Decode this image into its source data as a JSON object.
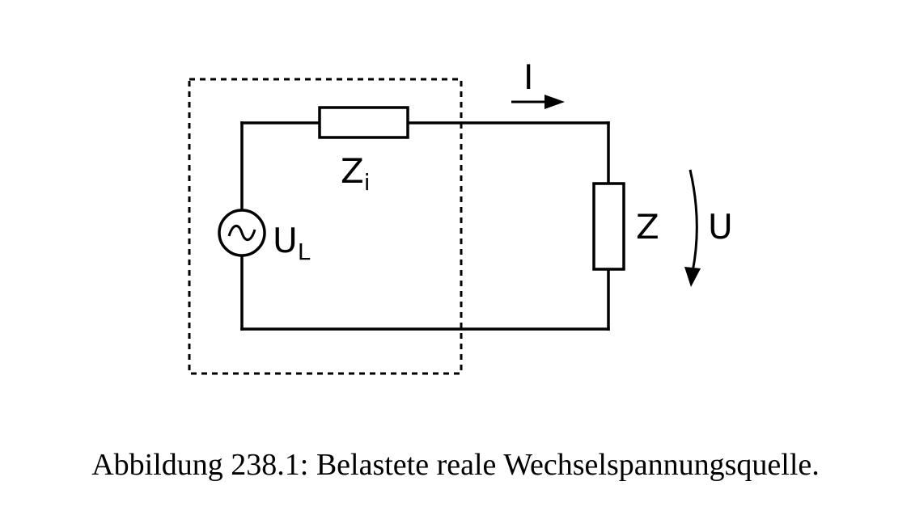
{
  "diagram": {
    "source_symbol": "ac-source-icon",
    "labels": {
      "internal_impedance": "Z",
      "internal_impedance_sub": "i",
      "source_voltage": "U",
      "source_voltage_sub": "L",
      "load_impedance": "Z",
      "load_voltage": "U",
      "current": "I"
    }
  },
  "caption": "Abbildung 238.1: Belastete reale Wechselspannungsquelle."
}
